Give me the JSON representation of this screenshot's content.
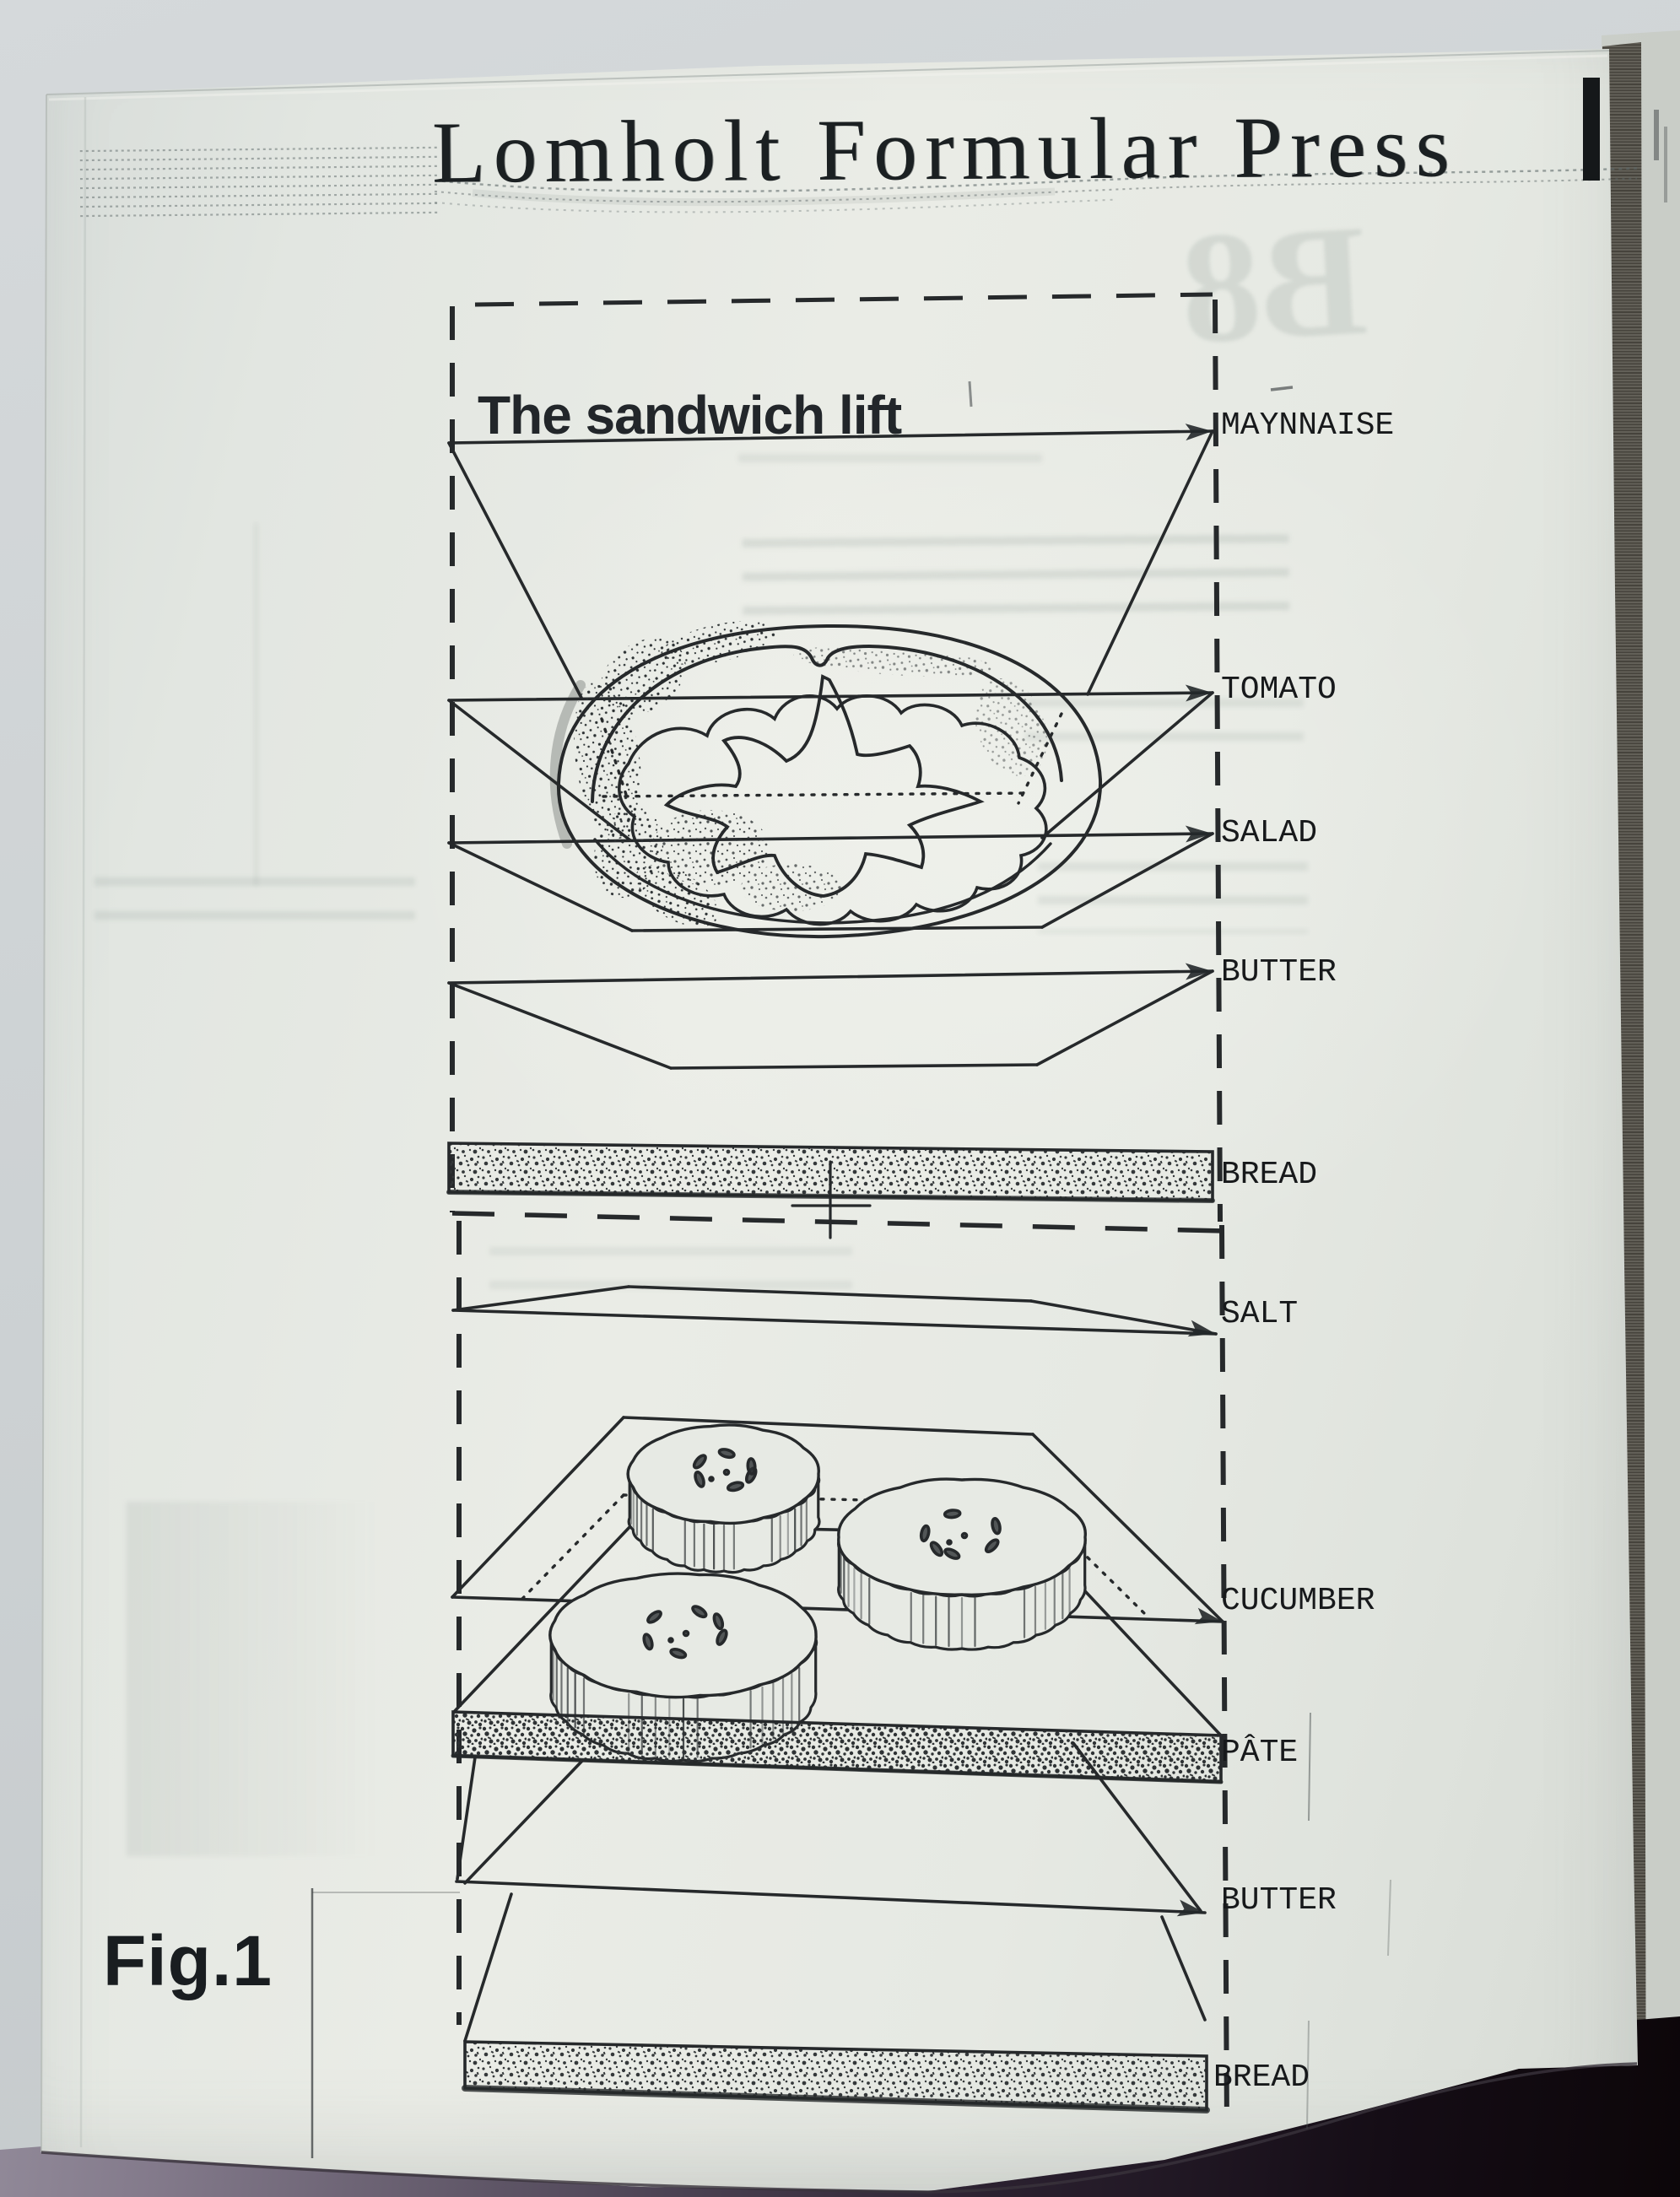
{
  "document": {
    "masthead": "Lomholt Formular Press",
    "figure_title": "The sandwich lift",
    "figure_label": "Fig.1",
    "ghost_numerals": "B8",
    "layers": [
      {
        "label": "MAYNNAISE"
      },
      {
        "label": "TOMATO"
      },
      {
        "label": "SALAD"
      },
      {
        "label": "BUTTER"
      },
      {
        "label": "BREAD"
      },
      {
        "label": "SALT"
      },
      {
        "label": "CUCUMBER"
      },
      {
        "label": "PÂTE"
      },
      {
        "label": "BUTTER"
      },
      {
        "label": "BREAD"
      }
    ],
    "colors": {
      "ink": "#26292b",
      "paper": "#e7eae4",
      "label_ink": "#17191b"
    }
  }
}
